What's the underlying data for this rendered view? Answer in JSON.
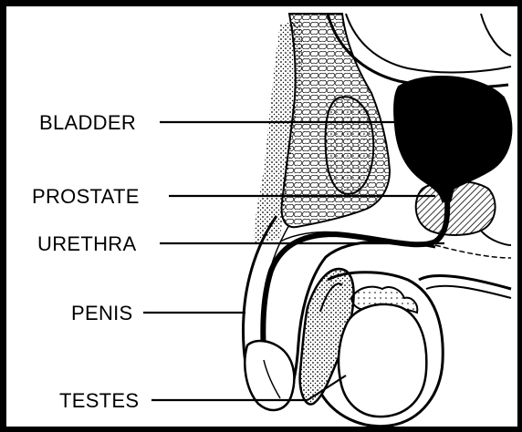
{
  "labels": {
    "bladder": "BLADDER",
    "prostate": "PROSTATE",
    "urethra": "URETHRA",
    "penis": "PENIS",
    "testes": "TESTES"
  },
  "colors": {
    "ink": "#000000",
    "paper": "#ffffff",
    "bladder_fill": "#000000",
    "tissue_shade": "#9a9a9a"
  }
}
